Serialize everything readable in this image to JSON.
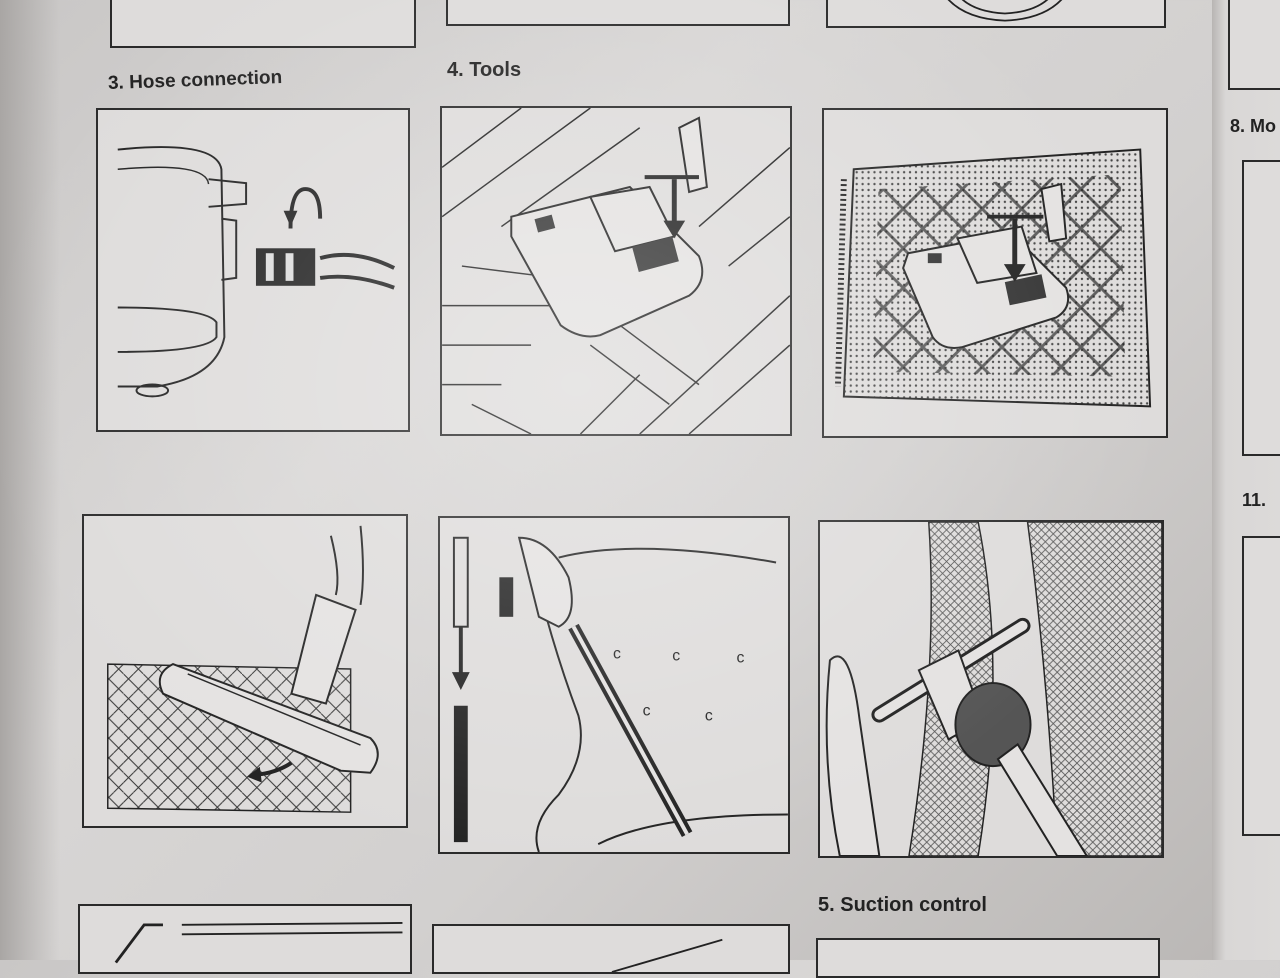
{
  "sections": {
    "hose_connection": "3. Hose connection",
    "tools": "4. Tools",
    "suction_control": "5. Suction control",
    "right_page_heading_8": "8. Mo",
    "right_page_heading_11": "11."
  },
  "panels": [
    {
      "name": "hose-connection-illustration"
    },
    {
      "name": "floor-nozzle-on-parquet-illustration"
    },
    {
      "name": "floor-nozzle-on-rug-illustration"
    },
    {
      "name": "parquet-brush-nozzle-illustration"
    },
    {
      "name": "crevice-tool-upholstery-illustration"
    },
    {
      "name": "dusting-brush-curtain-illustration"
    }
  ]
}
